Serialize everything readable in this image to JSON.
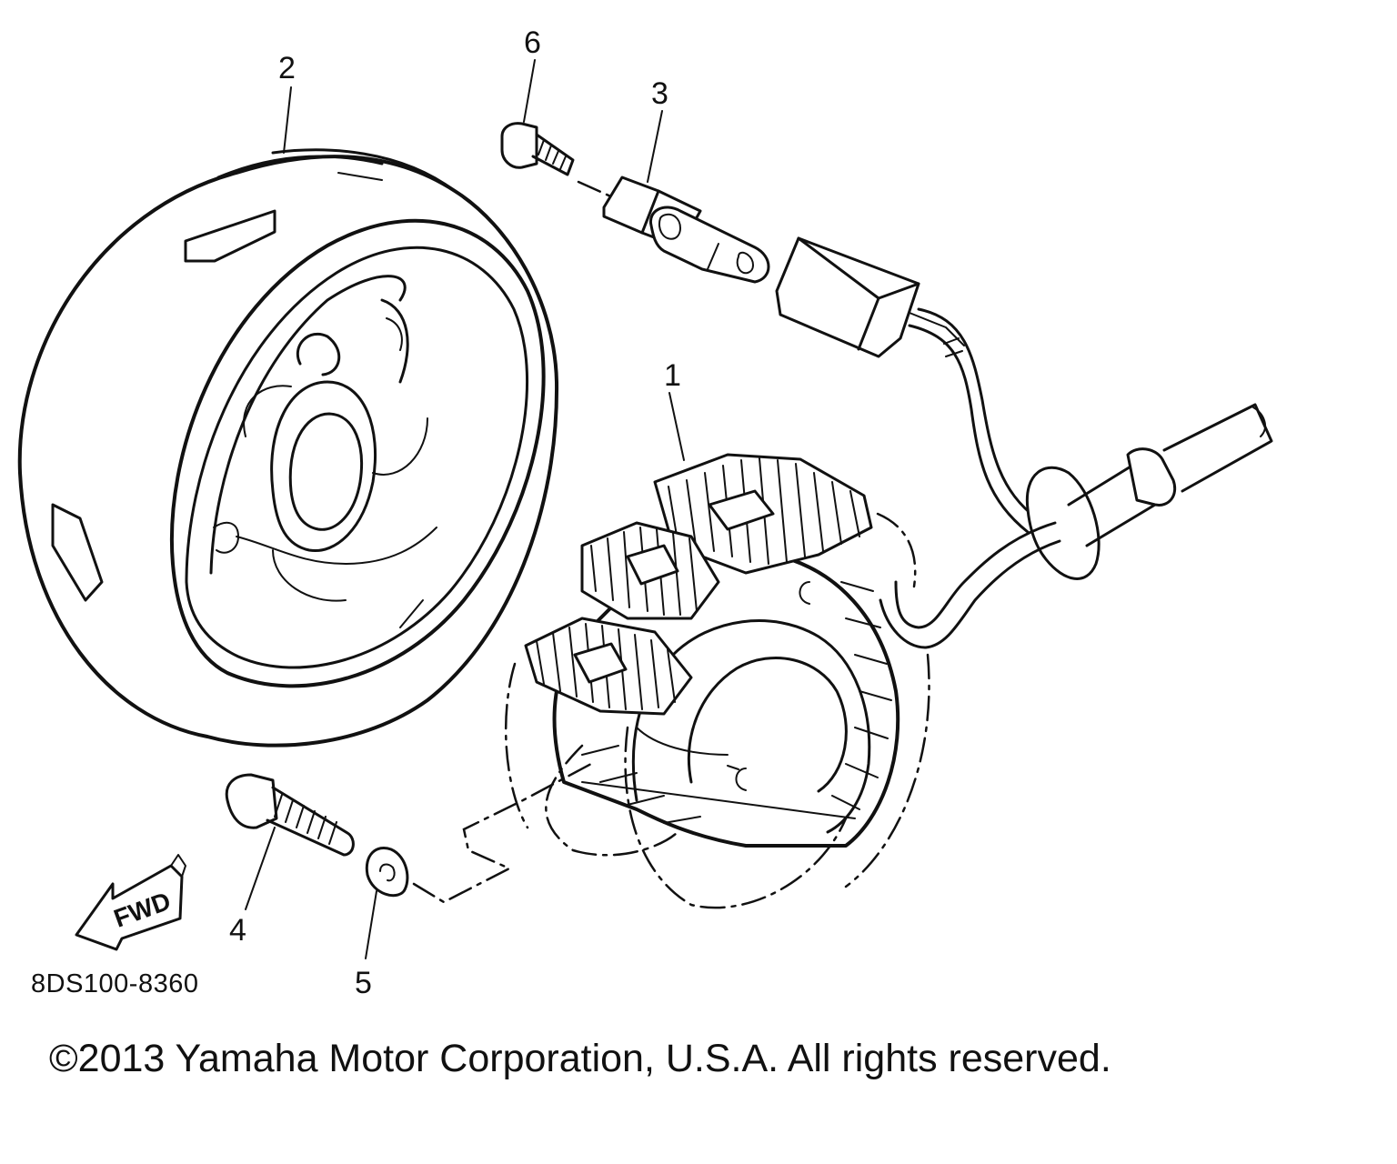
{
  "callouts": [
    {
      "id": "1",
      "label": "1"
    },
    {
      "id": "2",
      "label": "2"
    },
    {
      "id": "3",
      "label": "3"
    },
    {
      "id": "4",
      "label": "4"
    },
    {
      "id": "5",
      "label": "5"
    },
    {
      "id": "6",
      "label": "6"
    }
  ],
  "fwd_label": "FWD",
  "diagram_code": "8DS100-8360",
  "copyright": "©2013 Yamaha Motor Corporation, U.S.A. All rights reserved."
}
